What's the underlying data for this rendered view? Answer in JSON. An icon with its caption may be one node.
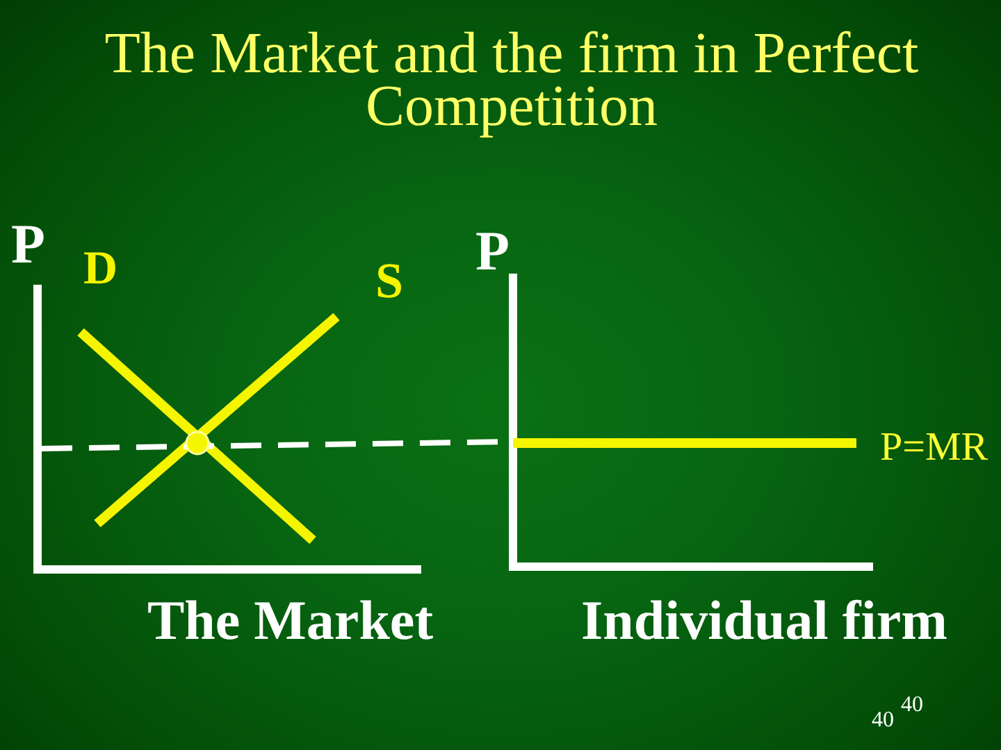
{
  "diagram": {
    "title": "The Market and the firm in Perfect Competition",
    "labels": [
      "P",
      "D",
      "S",
      "P",
      "P=MR",
      "The Market",
      "Individual firm",
      "40",
      "40"
    ]
  }
}
